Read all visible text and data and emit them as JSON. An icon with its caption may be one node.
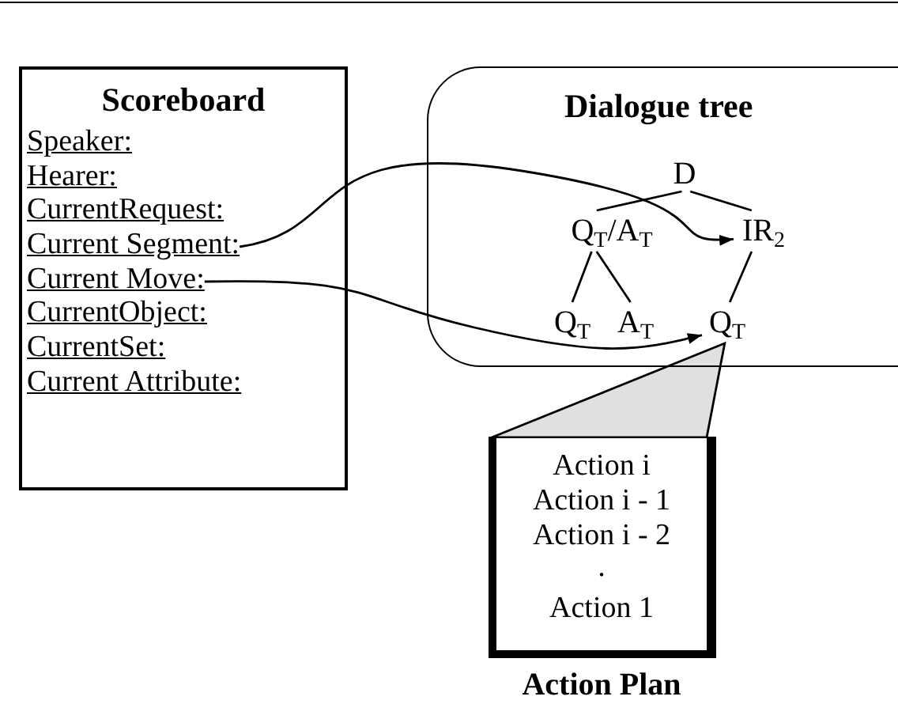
{
  "diagram": {
    "nodes": [
      {
        "text": [
          "Scoreboard"
        ]
      },
      {
        "text": [
          "Speaker:"
        ],
        "in": 0
      },
      {
        "text": [
          "Hearer:"
        ],
        "in": 0
      },
      {
        "text": [
          "CurrentRequest:"
        ],
        "in": 0
      },
      {
        "text": [
          "Current Segment:"
        ],
        "in": 0
      },
      {
        "text": [
          "Current Move:"
        ],
        "in": 0
      },
      {
        "text": [
          "CurrentObject:"
        ],
        "in": 0
      },
      {
        "text": [
          "CurrentSet:"
        ],
        "in": 0
      },
      {
        "text": [
          "Current Attribute:"
        ],
        "in": 0
      },
      {
        "text": [
          "Dialogue tree"
        ]
      },
      {
        "text": [
          "D"
        ],
        "in": 9
      },
      {
        "text": [
          "Q$_{T}$/A$_{T}$"
        ],
        "in": 9
      },
      {
        "text": [
          "IR$_{2}$"
        ],
        "in": 9
      },
      {
        "text": [
          "Q$_{T}$"
        ],
        "in": 9
      },
      {
        "text": [
          "A$_{T}$"
        ],
        "in": 9
      },
      {
        "text": [
          "Q$_{T}$"
        ],
        "in": 9
      },
      {
        "text": [
          "Action i",
          "Action i - 1",
          "Action i - 2",
          ".",
          "Action 1",
          "Action Plan"
        ]
      }
    ],
    "edges": [
      {
        "from": 10,
        "to": 11,
        "arrow": "none"
      },
      {
        "from": 10,
        "to": 12,
        "arrow": "none"
      },
      {
        "from": 11,
        "to": 13,
        "arrow": "none"
      },
      {
        "from": 11,
        "to": 14,
        "arrow": "none"
      },
      {
        "from": 12,
        "to": 15,
        "arrow": "none"
      },
      {
        "from": 4,
        "to": 12,
        "arrow": "to"
      },
      {
        "from": 5,
        "to": 15,
        "arrow": "to"
      },
      {
        "from": 15,
        "to": 16,
        "arrow": "none"
      }
    ]
  }
}
